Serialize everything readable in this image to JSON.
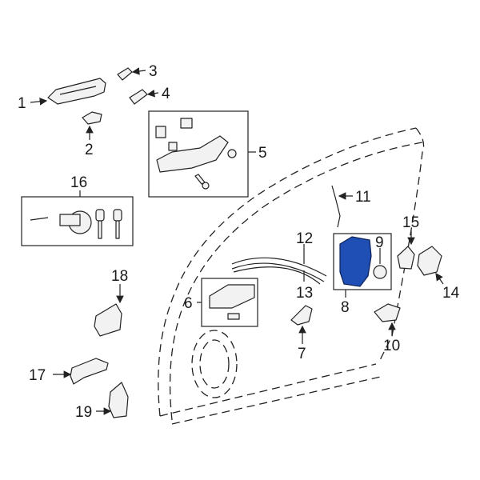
{
  "diagram": {
    "highlight_color": "#1f4fb4",
    "line_color": "#222222",
    "callouts": [
      {
        "id": "c1",
        "label": "1"
      },
      {
        "id": "c2",
        "label": "2"
      },
      {
        "id": "c3",
        "label": "3"
      },
      {
        "id": "c4",
        "label": "4"
      },
      {
        "id": "c5",
        "label": "5"
      },
      {
        "id": "c6",
        "label": "6"
      },
      {
        "id": "c7",
        "label": "7"
      },
      {
        "id": "c8",
        "label": "8"
      },
      {
        "id": "c9",
        "label": "9"
      },
      {
        "id": "c10",
        "label": "10"
      },
      {
        "id": "c11",
        "label": "11"
      },
      {
        "id": "c12",
        "label": "12"
      },
      {
        "id": "c13",
        "label": "13"
      },
      {
        "id": "c14",
        "label": "14"
      },
      {
        "id": "c15",
        "label": "15"
      },
      {
        "id": "c16",
        "label": "16"
      },
      {
        "id": "c17",
        "label": "17"
      },
      {
        "id": "c18",
        "label": "18"
      },
      {
        "id": "c19",
        "label": "19"
      }
    ]
  }
}
